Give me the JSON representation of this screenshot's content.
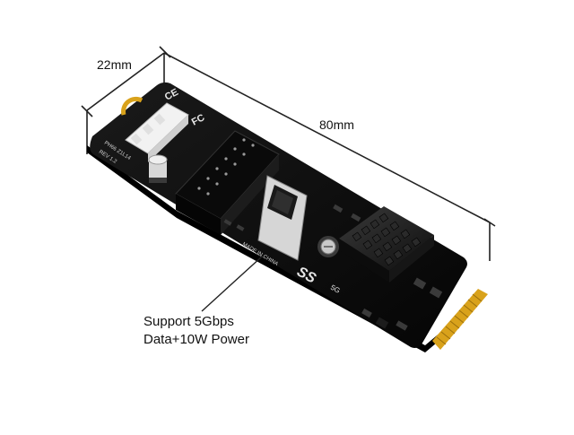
{
  "dimensions": {
    "width_label": "22mm",
    "length_label": "80mm"
  },
  "callout": {
    "line1": "Support 5Gbps",
    "line2": "Data+10W Power"
  },
  "board": {
    "marks": {
      "ce": "CE",
      "fc": "FC",
      "model": "PH66 Z1L14",
      "rev": "REV 1.2",
      "origin": "MADE IN CHINA",
      "ss_logo": "SS",
      "speed": "5G"
    },
    "colors": {
      "pcb": "#111111",
      "heatsink": "#1b1b1b",
      "gold_contacts": "#d9a21b",
      "connector_white": "#f2f2f2",
      "header_black": "#0a0a0a"
    }
  }
}
